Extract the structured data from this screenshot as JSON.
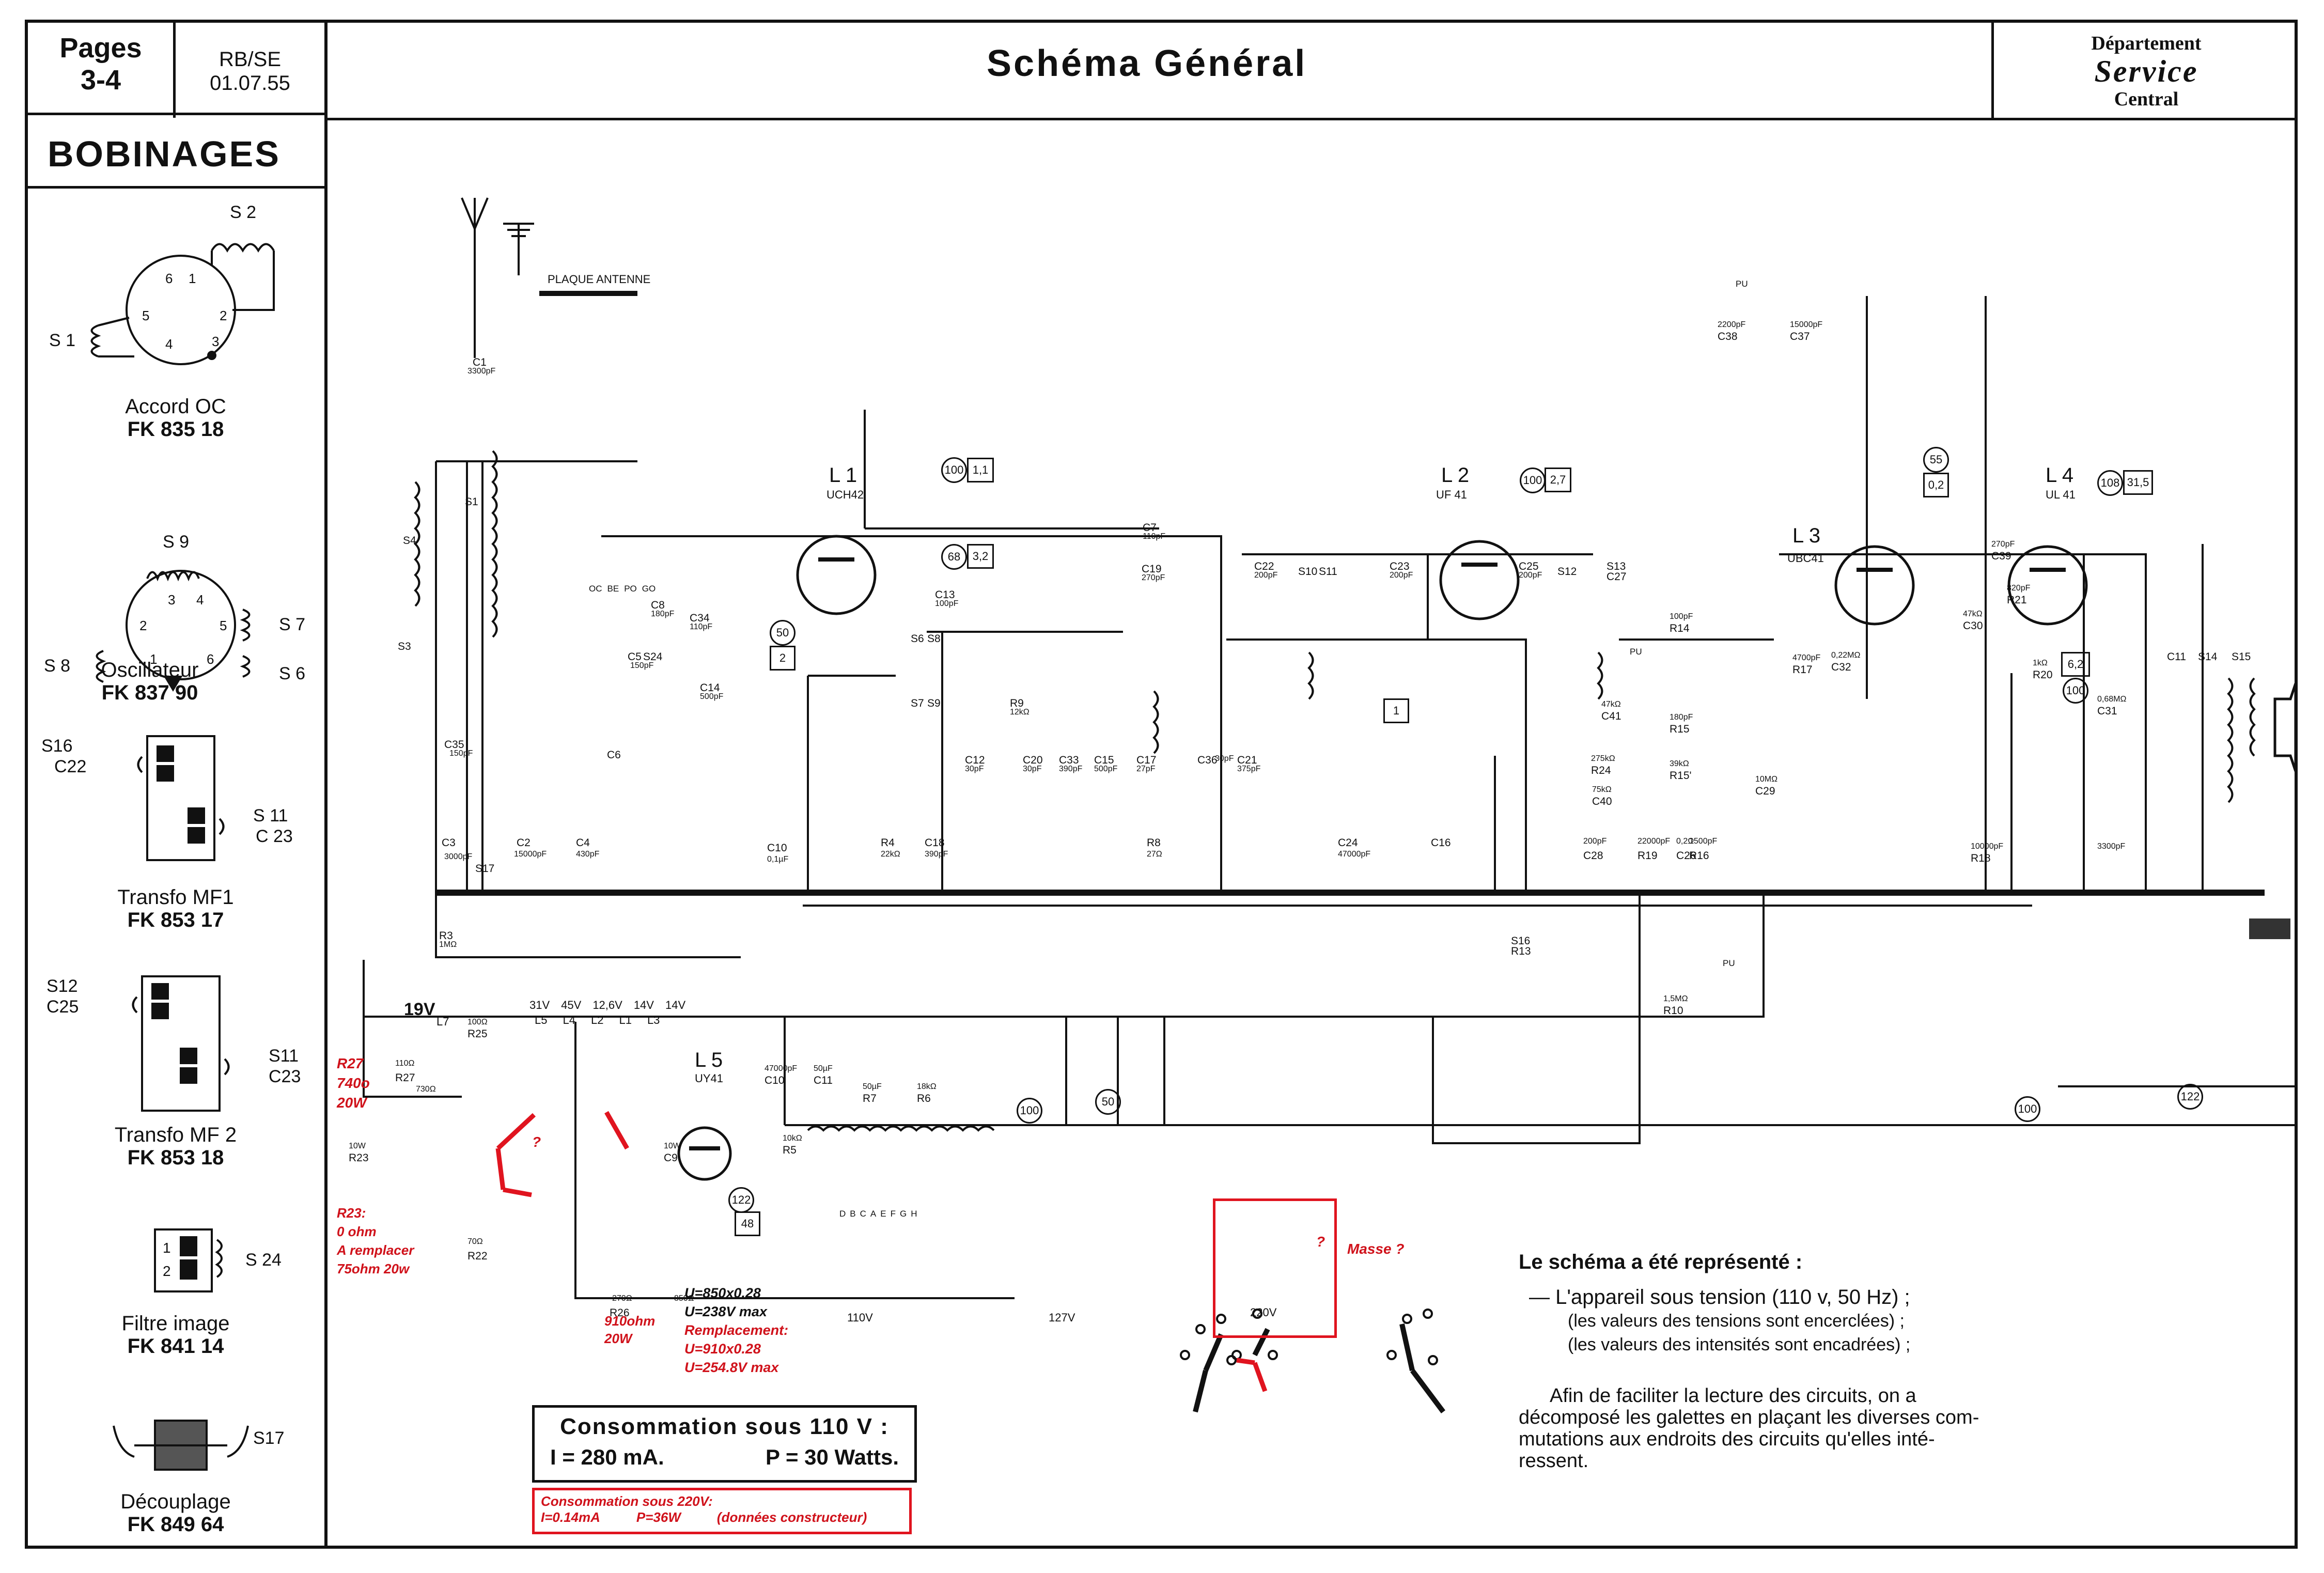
{
  "header": {
    "pages_label": "Pages",
    "pages_value": "3-4",
    "ref_code": "RB/SE",
    "ref_date": "01.07.55",
    "title": "Schéma Général",
    "dept_line1": "Département",
    "dept_line2": "Service",
    "dept_line3": "Central"
  },
  "sidebar": {
    "title": "BOBINAGES",
    "accord": {
      "name": "Accord OC",
      "ref": "FK 835 18",
      "coils": [
        "S 2",
        "S 1"
      ],
      "pins": [
        "6",
        "1",
        "5",
        "2",
        "3",
        "4"
      ]
    },
    "oscillateur": {
      "name": "Oscillateur",
      "ref": "FK 837 90",
      "coils": [
        "S 9",
        "S 7",
        "S 8",
        "S 6"
      ],
      "pins": [
        "3",
        "4",
        "2",
        "5",
        "1",
        "6"
      ]
    },
    "mf1": {
      "name": "Transfo MF1",
      "ref": "FK 853 17",
      "labels": [
        "S16",
        "C22",
        "S 11",
        "C 23"
      ]
    },
    "mf2": {
      "name": "Transfo MF 2",
      "ref": "FK 853 18",
      "labels": [
        "S12",
        "C25",
        "S11",
        "C23"
      ]
    },
    "filtre": {
      "name": "Filtre image",
      "ref": "FK 841 14",
      "label": "S 24",
      "pins": [
        "1",
        "2"
      ]
    },
    "decouplage": {
      "name": "Découplage",
      "ref": "FK 849 64",
      "label": "S17"
    }
  },
  "schematic": {
    "antenna_plate": "PLAQUE ANTENNE",
    "tubes": [
      {
        "id": "L 1",
        "type": "UCH42"
      },
      {
        "id": "L 2",
        "type": "UF 41"
      },
      {
        "id": "L 3",
        "type": "UBC41"
      },
      {
        "id": "L 4",
        "type": "UL 41"
      },
      {
        "id": "L 5",
        "type": "UY41"
      }
    ],
    "voltages": [
      "100",
      "68",
      "50",
      "55",
      "108",
      "100",
      "100",
      "50",
      "100",
      "122",
      "122",
      "100"
    ],
    "currents": [
      "1,1",
      "3,2",
      "2",
      "2,7",
      "0,2",
      "31,5",
      "6,2",
      "1",
      "48"
    ],
    "pu_labels": [
      "PU",
      "PU",
      "PU"
    ],
    "components": [
      "C1",
      "3300pF",
      "C35",
      "150pF",
      "C3",
      "3000pF",
      "R3",
      "1MΩ",
      "C2",
      "15000pF",
      "C4",
      "430pF",
      "S4",
      "S3",
      "S1",
      "S17",
      "C5",
      "150pF",
      "S24",
      "C6",
      "C8",
      "180pF",
      "C14",
      "500pF",
      "C34",
      "110pF",
      "C10",
      "0,1µF",
      "R4",
      "22kΩ",
      "C13",
      "100pF",
      "S6",
      "S8",
      "S7",
      "S9",
      "R9",
      "12kΩ",
      "C12",
      "30pF",
      "C20",
      "30pF",
      "C33",
      "390pF",
      "C18",
      "390pF",
      "C15",
      "500pF",
      "C17",
      "27pF",
      "R8",
      "27Ω",
      "C7",
      "110pF",
      "C19",
      "270pF",
      "C36",
      "30pF",
      "C21",
      "375pF",
      "C22",
      "200pF",
      "S10",
      "S11",
      "C23",
      "200pF",
      "C24",
      "47000pF",
      "C16",
      "C25",
      "200pF",
      "S12",
      "S13",
      "C27",
      "200pF",
      "C28",
      "100pF",
      "R14",
      "47kΩ",
      "C41",
      "180pF",
      "R15",
      "275kΩ",
      "R24",
      "39kΩ",
      "R15'",
      "75kΩ",
      "C40",
      "22000pF",
      "R19",
      "0,2Ω",
      "C26",
      "1500pF",
      "R16",
      "10MΩ",
      "C29",
      "2200pF",
      "C38",
      "15000pF",
      "C37",
      "4700pF",
      "R17",
      "0,22MΩ",
      "C32",
      "270pF",
      "C39",
      "820pF",
      "R21",
      "1kΩ",
      "R20",
      "47kΩ",
      "C30",
      "10000pF",
      "R18",
      "0,68MΩ",
      "C31",
      "3300pF",
      "C11",
      "S14",
      "S15",
      "S16",
      "R13",
      "1,5MΩ",
      "R10",
      "100Ω",
      "R25",
      "110Ω",
      "R27",
      "730Ω",
      "10W",
      "R23",
      "70Ω",
      "R22",
      "270Ω",
      "R26",
      "850Ω",
      "10W",
      "C9",
      "47000pF",
      "C10",
      "50µF",
      "C11",
      "50µF",
      "R7",
      "18kΩ",
      "R6",
      "10kΩ",
      "R5",
      "1kΩ"
    ],
    "heater_taps": [
      "31V",
      "45V",
      "12,6V",
      "14V",
      "14V"
    ],
    "heater_names": [
      "L5",
      "L4",
      "L2",
      "L1",
      "L3"
    ],
    "lamp_label": "19V",
    "lamp_id": "L7",
    "switch_positions": [
      "110V",
      "127V",
      "220V"
    ],
    "switch_letters": [
      "D",
      "B",
      "C",
      "A",
      "E",
      "F",
      "G",
      "H"
    ],
    "band_labels": [
      "OC",
      "BE",
      "PO",
      "GO"
    ]
  },
  "annotations_red": {
    "r27": [
      "R27",
      "740o",
      "20W"
    ],
    "r23": [
      "R23:",
      "0 ohm",
      "A remplacer",
      "75ohm 20w"
    ],
    "r26": [
      "910ohm",
      "20W"
    ],
    "tube_values": [
      "U=850x0.28",
      "U=238V max",
      "Remplacement:",
      "U=910x0.28",
      "U=254.8V max"
    ],
    "masse": "Masse ?",
    "question": "?",
    "conso_220": [
      "Consommation sous 220V:",
      "I=0.14mA",
      "P=36W",
      "(données constructeur)"
    ]
  },
  "consumption": {
    "title": "Consommation sous 110 V :",
    "current": "I = 280 mA.",
    "power": "P = 30 Watts."
  },
  "notes": {
    "heading": "Le schéma a été représenté :",
    "line1": "— L'appareil sous tension (110 v, 50 Hz) ;",
    "line2": "(les valeurs des tensions sont encerclées) ;",
    "line3": "(les valeurs des intensités sont encadrées) ;",
    "para1": "Afin de faciliter la lecture des circuits, on a",
    "para2": "décomposé les galettes en plaçant les diverses com-",
    "para3": "mutations aux endroits des circuits qu'elles inté-",
    "para4": "ressent."
  }
}
